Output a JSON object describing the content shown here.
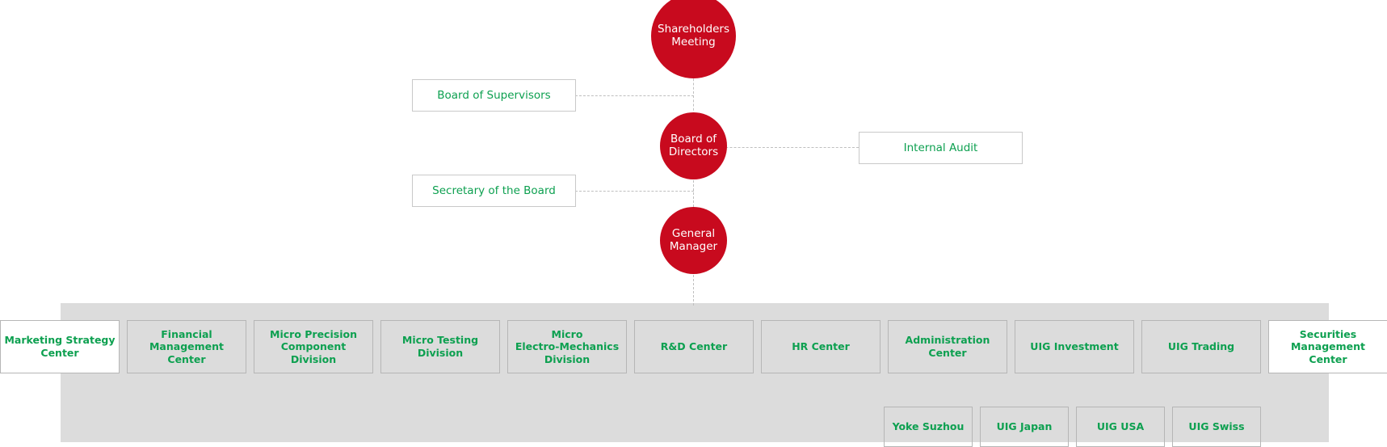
{
  "chart": {
    "title": "Corporate Governance Organization Chart",
    "colors": {
      "node_red": "#c80a1e",
      "label_green": "#0da050",
      "band_gray": "#dcdcdc",
      "border_gray": "#b6b6b6",
      "connector_gray": "#bfbfbf",
      "node_text": "#ffffff"
    }
  },
  "nodes": {
    "shareholders_meeting": {
      "line1": "Shareholders",
      "line2": "Meeting"
    },
    "board_of_directors": {
      "line1": "Board of",
      "line2": "Directors"
    },
    "general_manager": {
      "line1": "General",
      "line2": "Manager"
    }
  },
  "side_boxes": {
    "board_of_supervisors": "Board of Supervisors",
    "internal_audit": "Internal Audit",
    "secretary_of_the_board": "Secretary of the Board"
  },
  "departments": [
    {
      "id": "marketing-strategy-center",
      "lines": [
        "Marketing Strategy",
        "Center"
      ]
    },
    {
      "id": "financial-management-center",
      "lines": [
        "Financial",
        "Management",
        "Center"
      ]
    },
    {
      "id": "micro-precision-component-division",
      "lines": [
        "Micro Precision",
        "Component Division"
      ]
    },
    {
      "id": "micro-testing-division",
      "lines": [
        "Micro Testing",
        "Division"
      ]
    },
    {
      "id": "micro-electro-mechanics-division",
      "lines": [
        "Micro",
        "Electro-Mechanics",
        "Division"
      ]
    },
    {
      "id": "rd-center",
      "lines": [
        "R&D Center"
      ]
    },
    {
      "id": "hr-center",
      "lines": [
        "HR Center"
      ]
    },
    {
      "id": "administration-center",
      "lines": [
        "Administration",
        "Center"
      ]
    },
    {
      "id": "uig-investment",
      "lines": [
        "UIG Investment"
      ]
    },
    {
      "id": "uig-trading",
      "lines": [
        "UIG Trading"
      ]
    },
    {
      "id": "securities-management-center",
      "lines": [
        "Securities",
        "Management",
        "Center"
      ]
    }
  ],
  "subsidiaries": [
    {
      "id": "yoke-suzhou",
      "label": "Yoke Suzhou"
    },
    {
      "id": "uig-japan",
      "label": "UIG Japan"
    },
    {
      "id": "uig-usa",
      "label": "UIG USA"
    },
    {
      "id": "uig-swiss",
      "label": "UIG Swiss"
    }
  ]
}
